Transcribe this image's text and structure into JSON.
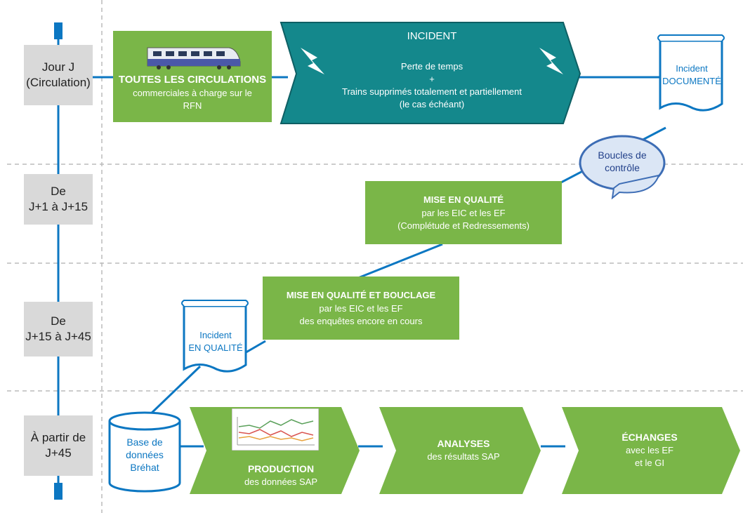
{
  "colors": {
    "green": "#7ab648",
    "teal": "#14888c",
    "blue": "#0c77c2",
    "grey": "#d9d9d9",
    "loop": "#3d6db5"
  },
  "phases": [
    {
      "label": "Jour J\n(Circulation)"
    },
    {
      "label": "De\nJ+1 à J+15"
    },
    {
      "label": "De\nJ+15 à J+45"
    },
    {
      "label": "À partir de\nJ+45"
    }
  ],
  "circulations": {
    "title": "TOUTES LES CIRCULATIONS",
    "text": "commerciales à charge sur le RFN"
  },
  "incident": {
    "title": "INCIDENT",
    "line1": "Perte de temps",
    "plus": "+",
    "line2": "Trains supprimés totalement et partiellement",
    "line3": "(le cas échéant)"
  },
  "doc_documented": {
    "line1": "Incident",
    "line2": "DOCUMENTÉ"
  },
  "loop": {
    "line1": "Boucles de",
    "line2": "contrôle"
  },
  "quality1": {
    "title": "MISE EN QUALITÉ",
    "line1": "par les EIC et les EF",
    "line2": "(Complétude et Redressements)"
  },
  "quality2": {
    "title": "MISE EN QUALITÉ ET BOUCLAGE",
    "line1": "par les EIC et les EF",
    "line2": "des enquêtes encore en cours"
  },
  "doc_quality": {
    "line1": "Incident",
    "line2": "EN QUALITÉ"
  },
  "database": {
    "line1": "Base de",
    "line2": "données",
    "line3": "Bréhat"
  },
  "production": {
    "title": "PRODUCTION",
    "text": "des données SAP"
  },
  "analyses": {
    "title": "ANALYSES",
    "text": "des résultats SAP"
  },
  "echanges": {
    "title": "ÉCHANGES",
    "line1": "avec les EF",
    "line2": "et le GI"
  }
}
